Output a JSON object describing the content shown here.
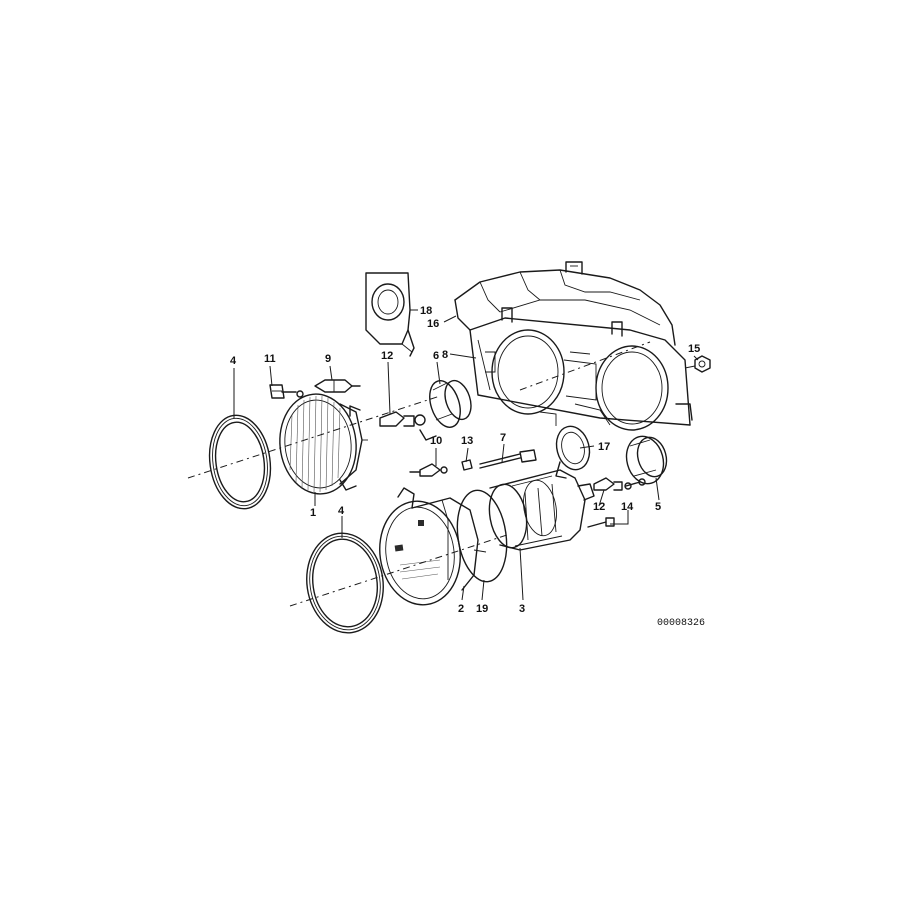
{
  "diagram": {
    "catalog_number": "00008326",
    "callouts": [
      {
        "id": "c1",
        "label": "1"
      },
      {
        "id": "c2",
        "label": "2"
      },
      {
        "id": "c3",
        "label": "3"
      },
      {
        "id": "c4a",
        "label": "4"
      },
      {
        "id": "c4b",
        "label": "4"
      },
      {
        "id": "c5",
        "label": "5"
      },
      {
        "id": "c6",
        "label": "6"
      },
      {
        "id": "c7",
        "label": "7"
      },
      {
        "id": "c8",
        "label": "8"
      },
      {
        "id": "c9",
        "label": "9"
      },
      {
        "id": "c10",
        "label": "10"
      },
      {
        "id": "c11",
        "label": "11"
      },
      {
        "id": "c12a",
        "label": "12"
      },
      {
        "id": "c12b",
        "label": "12"
      },
      {
        "id": "c13",
        "label": "13"
      },
      {
        "id": "c14",
        "label": "14"
      },
      {
        "id": "c15",
        "label": "15"
      },
      {
        "id": "c16",
        "label": "16"
      },
      {
        "id": "c17",
        "label": "17"
      },
      {
        "id": "c18",
        "label": "18"
      },
      {
        "id": "c19",
        "label": "19"
      }
    ]
  }
}
